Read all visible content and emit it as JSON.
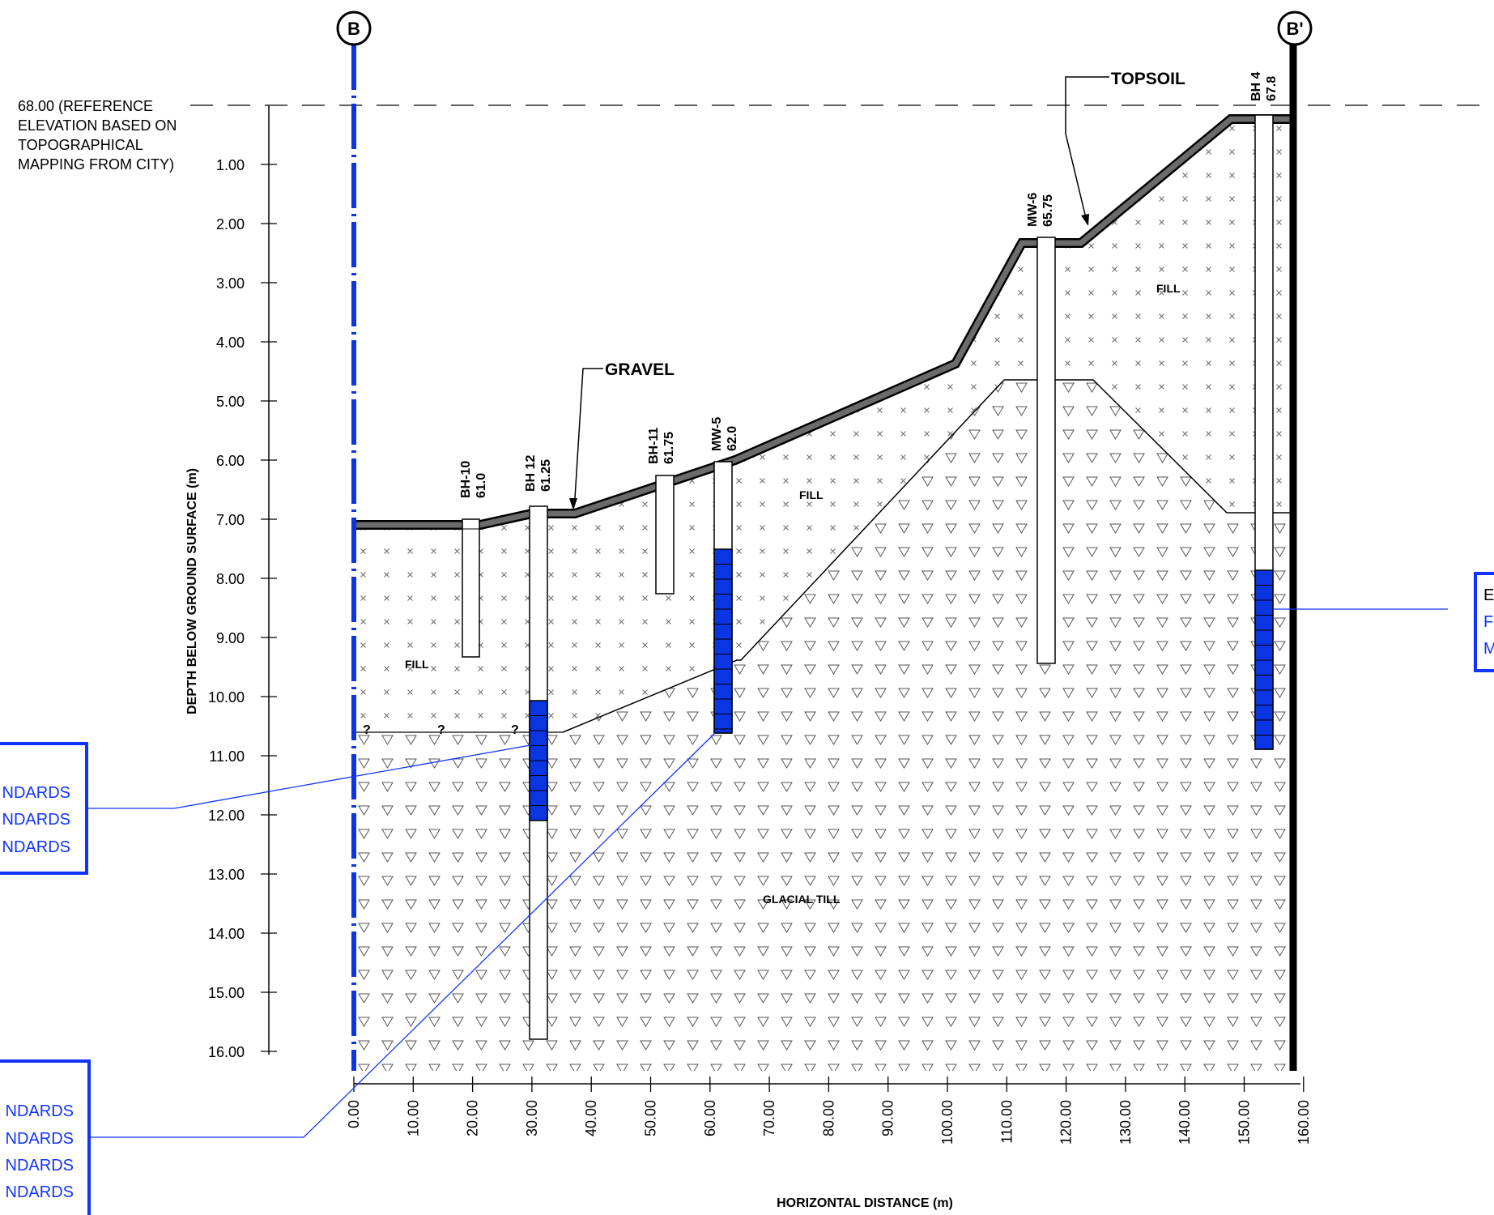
{
  "section": {
    "left_marker": "B",
    "right_marker": "B'",
    "reference_elevation_lines": [
      "68.00 (REFERENCE",
      "ELEVATION BASED ON",
      "TOPOGRAPHICAL",
      "MAPPING FROM CITY)"
    ],
    "y_axis_label": "DEPTH BELOW GROUND SURFACE (m)",
    "x_axis_label": "HORIZONTAL DISTANCE (m)",
    "y_ticks": [
      "1.00",
      "2.00",
      "3.00",
      "4.00",
      "5.00",
      "6.00",
      "7.00",
      "8.00",
      "9.00",
      "10.00",
      "11.00",
      "12.00",
      "13.00",
      "14.00",
      "15.00",
      "16.00"
    ],
    "x_ticks": [
      "0.00",
      "10.00",
      "20.00",
      "30.00",
      "40.00",
      "50.00",
      "60.00",
      "70.00",
      "80.00",
      "90.00",
      "100.00",
      "110.00",
      "120.00",
      "130.00",
      "140.00",
      "150.00",
      "160.00"
    ],
    "layers": {
      "topsoil": "TOPSOIL",
      "gravel": "GRAVEL",
      "fill_left": "FILL",
      "fill_middle": "FILL",
      "fill_right": "FILL",
      "glacial_till": "GLACIAL TILL"
    },
    "unknown_marks": [
      "?",
      "?",
      "?"
    ],
    "boreholes": [
      {
        "name": "BH-10",
        "elevation": "61.0"
      },
      {
        "name": "BH 12",
        "elevation": "61.25"
      },
      {
        "name": "BH-11",
        "elevation": "61.75"
      },
      {
        "name": "MW-5",
        "elevation": "62.0"
      },
      {
        "name": "MW-6",
        "elevation": "65.75"
      },
      {
        "name": "BH 4",
        "elevation": "67.8"
      }
    ],
    "callouts": {
      "left_upper": [
        "NDARDS",
        "NDARDS",
        "NDARDS"
      ],
      "left_lower": [
        "NDARDS",
        "NDARDS",
        "NDARDS",
        "NDARDS"
      ],
      "right": [
        "E",
        "F",
        "M"
      ]
    },
    "colors": {
      "screen_blue": "#0a35e0",
      "callout_blue": "#1133ff",
      "surface_gray": "#6b6b6b",
      "line": "#000000"
    }
  }
}
